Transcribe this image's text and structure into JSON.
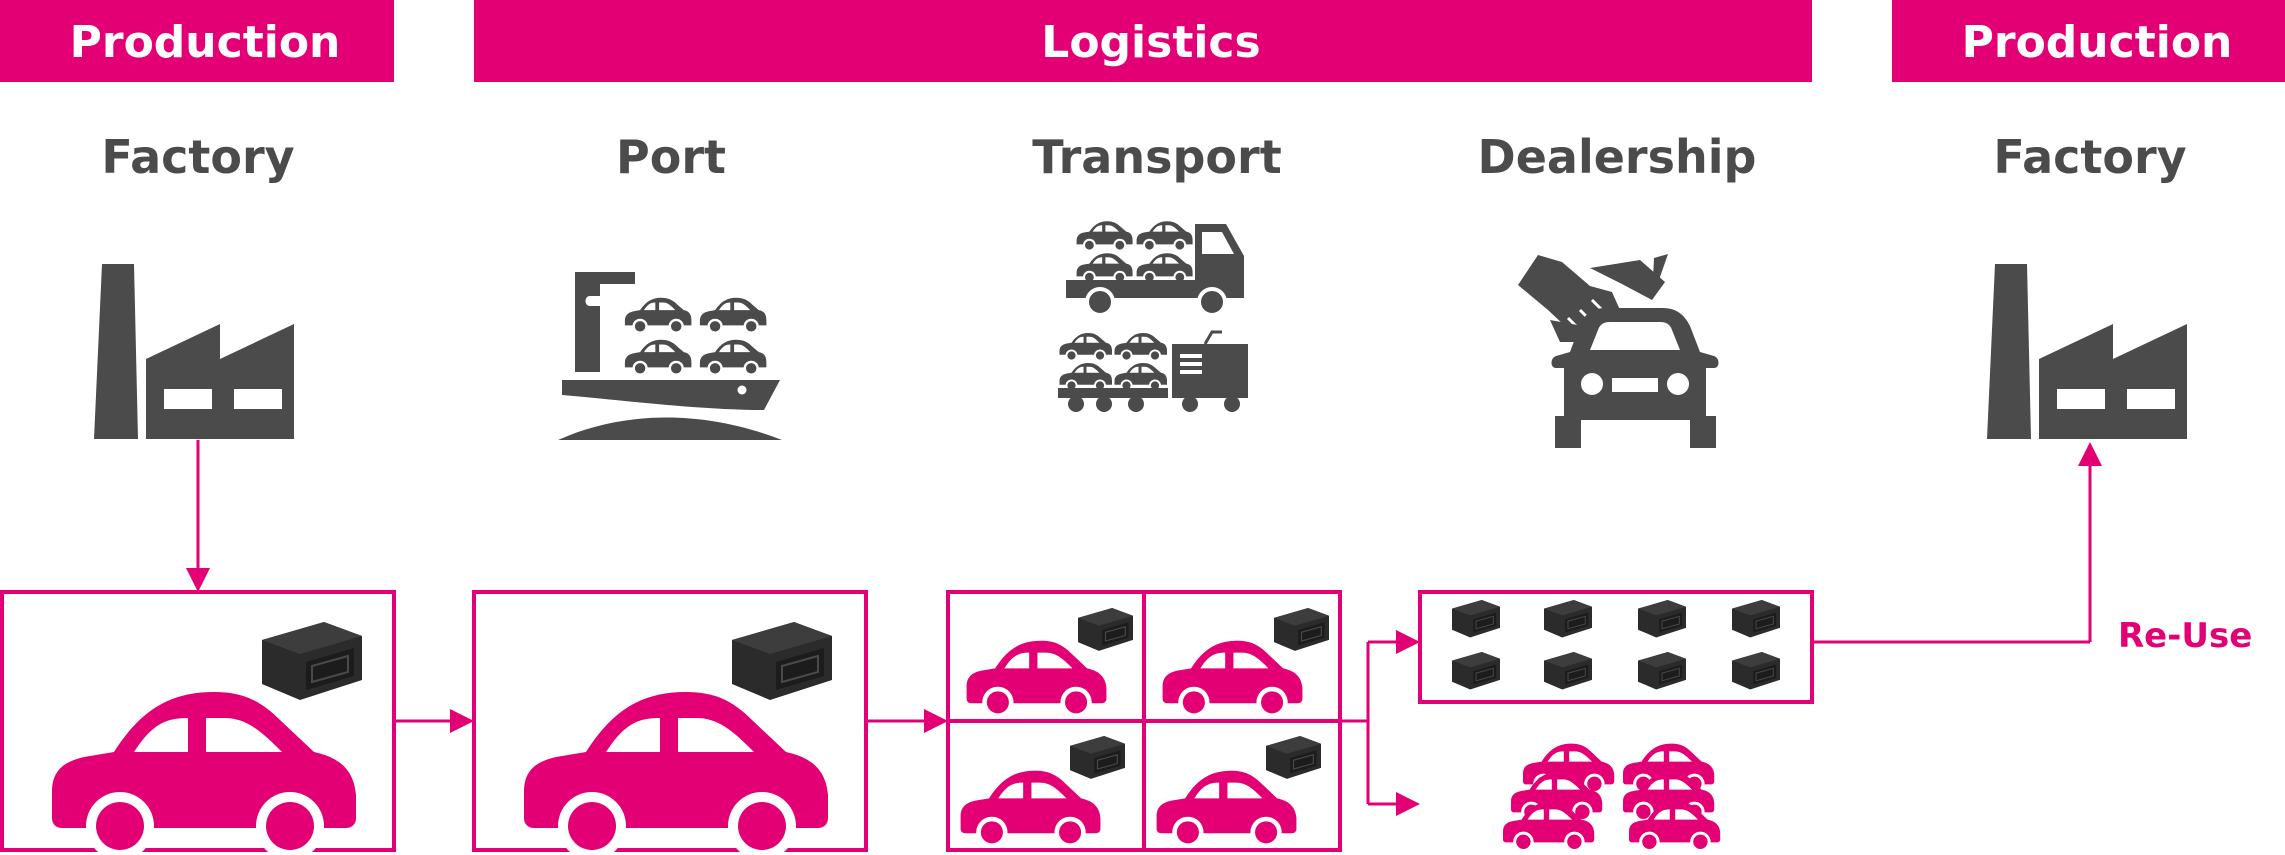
{
  "colors": {
    "magenta": "#e20074",
    "gray": "#4b4b4b",
    "device": "#2b2b2b"
  },
  "bands": [
    {
      "label": "Production"
    },
    {
      "label": "Logistics"
    },
    {
      "label": "Production"
    }
  ],
  "stages": [
    {
      "label": "Factory",
      "icon": "factory-icon"
    },
    {
      "label": "Port",
      "icon": "ship-icon"
    },
    {
      "label": "Transport",
      "icon": "truck-train-icon"
    },
    {
      "label": "Dealership",
      "icon": "handshake-car-icon"
    },
    {
      "label": "Factory",
      "icon": "factory-icon"
    }
  ],
  "reuse_label": "Re-Use"
}
